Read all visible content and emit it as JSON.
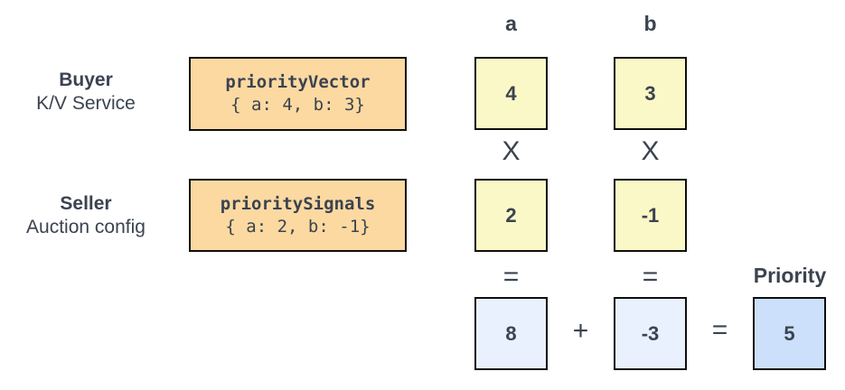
{
  "labels": {
    "buyer_title": "Buyer",
    "buyer_subtitle": "K/V Service",
    "seller_title": "Seller",
    "seller_subtitle": "Auction config",
    "priority": "Priority"
  },
  "code_boxes": {
    "buyer": {
      "name": "priorityVector",
      "value": "{ a: 4, b: 3}"
    },
    "seller": {
      "name": "prioritySignals",
      "value": "{ a: 2, b: -1}"
    }
  },
  "columns": {
    "a": "a",
    "b": "b"
  },
  "values": {
    "vector_a": "4",
    "vector_b": "3",
    "signals_a": "2",
    "signals_b": "-1",
    "product_a": "8",
    "product_b": "-3",
    "priority": "5"
  },
  "operators": {
    "multiply": "X",
    "equals": "=",
    "plus": "+"
  },
  "colors": {
    "ink": "#3b4350",
    "border": "#0e0e0e",
    "orange": "#fcd9a1",
    "yellow": "#fbf8c7",
    "lightblue": "#e9f1fe",
    "blue": "#cce0fb",
    "bg": "#ffffff"
  }
}
